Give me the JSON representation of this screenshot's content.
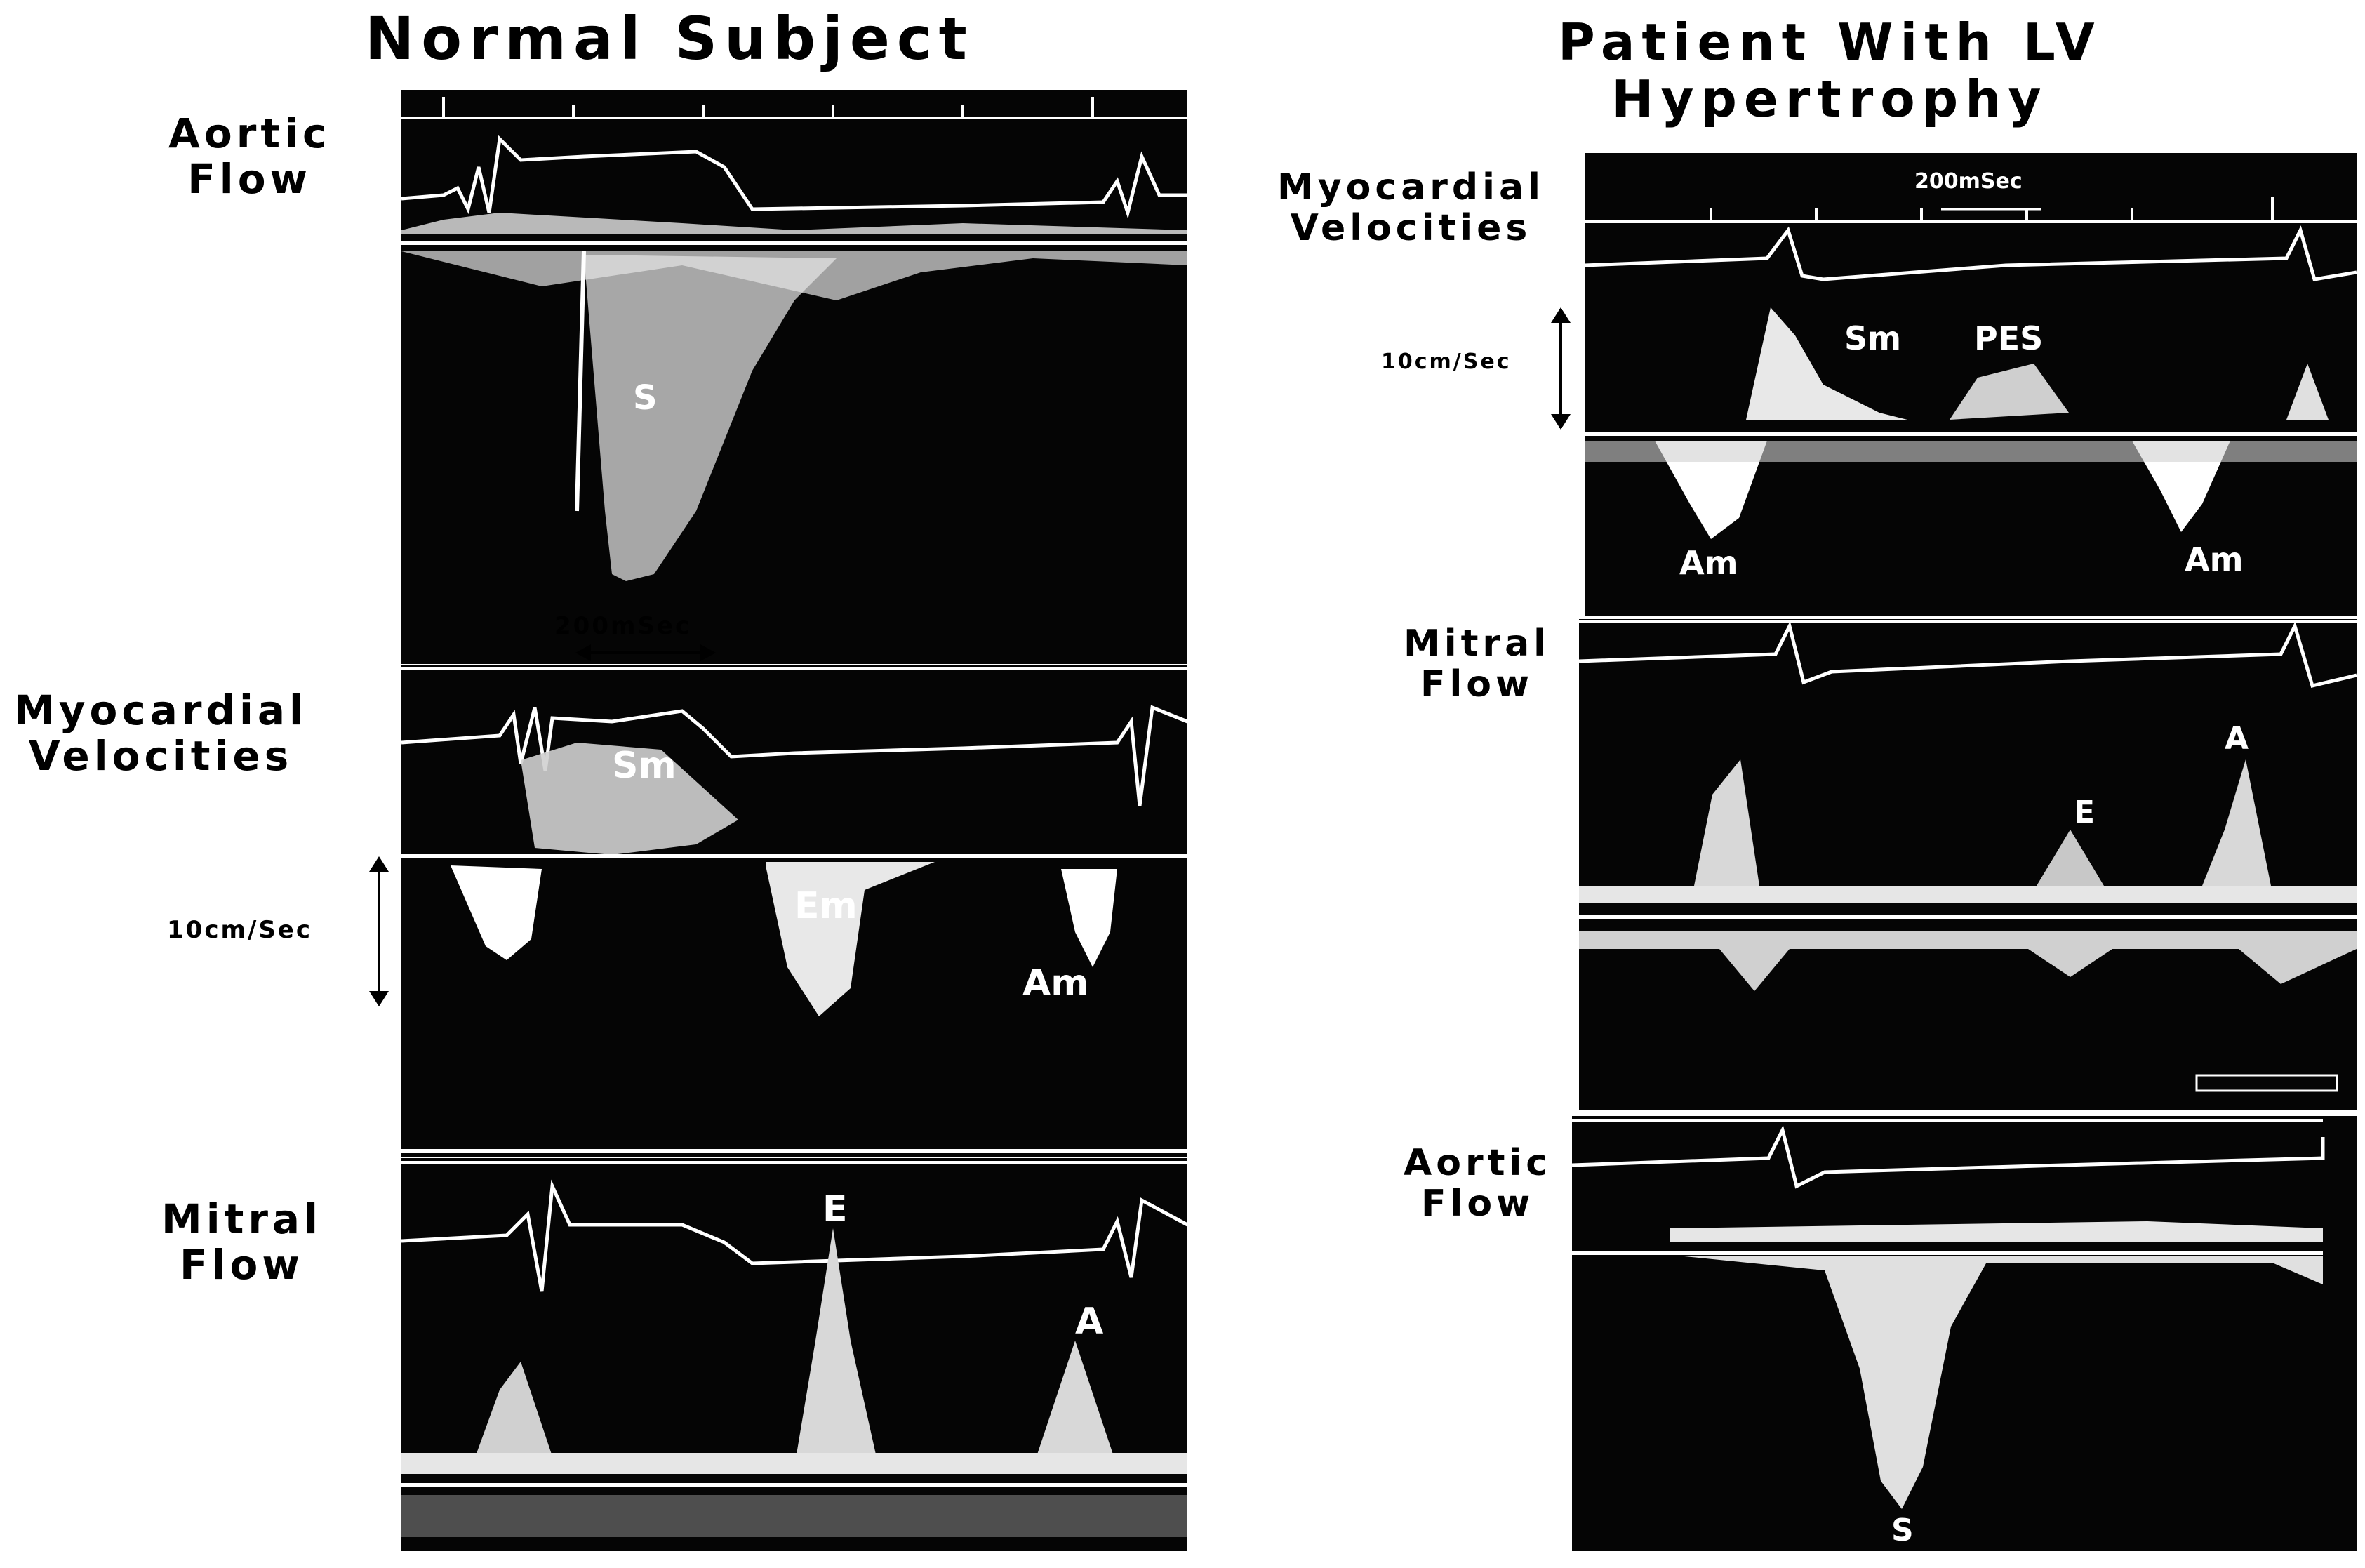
{
  "left": {
    "title": "Normal Subject",
    "aortic_flow_label": [
      "Aortic",
      "Flow"
    ],
    "myocardial_velocities_label": [
      "Myocardial",
      "Velocities"
    ],
    "mitral_flow_label": [
      "Mitral",
      "Flow"
    ],
    "time_scale": "200mSec",
    "velocity_scale": "10cm/Sec",
    "wave_labels": {
      "s": "S",
      "sm": "Sm",
      "em": "Em",
      "am": "Am",
      "e": "E",
      "a": "A"
    }
  },
  "right": {
    "title": [
      "Patient With LV",
      "Hypertrophy"
    ],
    "myocardial_velocities_label": [
      "Myocardial",
      "Velocities"
    ],
    "mitral_flow_label": [
      "Mitral",
      "Flow"
    ],
    "aortic_flow_label": [
      "Aortic",
      "Flow"
    ],
    "time_scale": "200mSec",
    "velocity_scale": "10cm/Sec",
    "wave_labels": {
      "sm": "Sm",
      "pes": "PES",
      "am1": "Am",
      "am2": "Am",
      "e": "E",
      "a": "A",
      "s": "S"
    }
  },
  "colors": {
    "background": "#ffffff",
    "panel": "#050505",
    "signal": "#ffffff",
    "text": "#000000"
  }
}
